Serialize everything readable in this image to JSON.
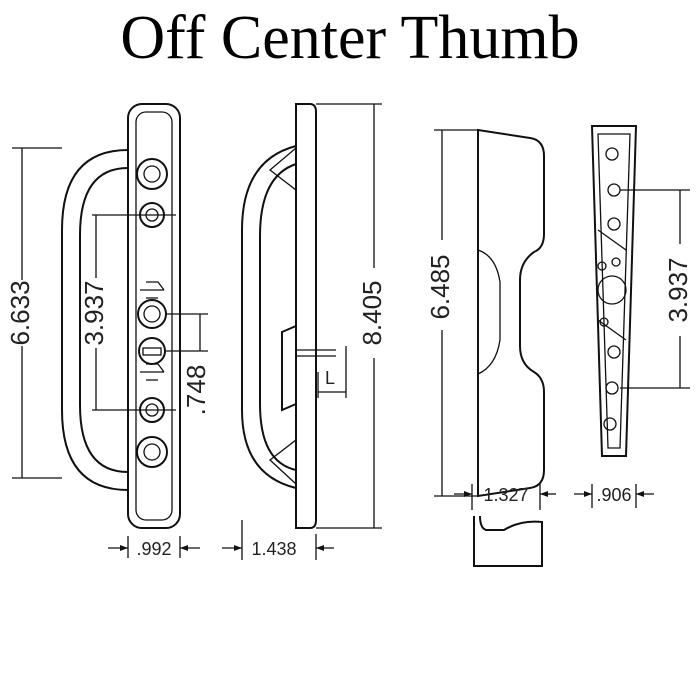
{
  "title": "Off Center Thumb",
  "dimensions": {
    "overall_height": "6.633",
    "hole_spacing_front": "3.937",
    "thumb_spacing": ".748",
    "depth_width": ".992",
    "side_length": "8.405",
    "side_depth": "1.438",
    "side_L": "L",
    "back_height": "6.485",
    "back_width": "1.327",
    "plate_hole_spacing": "3.937",
    "plate_width": ".906"
  }
}
